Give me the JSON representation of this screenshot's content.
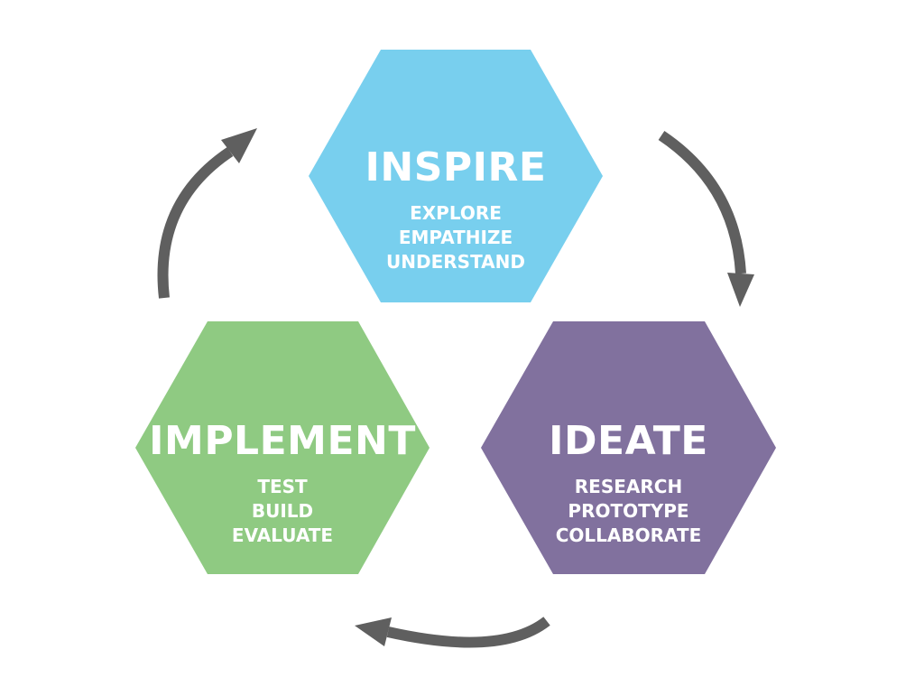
{
  "stages": [
    {
      "key": "inspire",
      "title": "INSPIRE",
      "items": [
        "EXPLORE",
        "EMPATHIZE",
        "UNDERSTAND"
      ],
      "color": "#78cfee"
    },
    {
      "key": "ideate",
      "title": "IDEATE",
      "items": [
        "RESEARCH",
        "PROTOTYPE",
        "COLLABORATE"
      ],
      "color": "#81719e"
    },
    {
      "key": "implement",
      "title": "IMPLEMENT",
      "items": [
        "TEST",
        "BUILD",
        "EVALUATE"
      ],
      "color": "#8fca82"
    }
  ],
  "arrow_color": "#5f5f5f"
}
